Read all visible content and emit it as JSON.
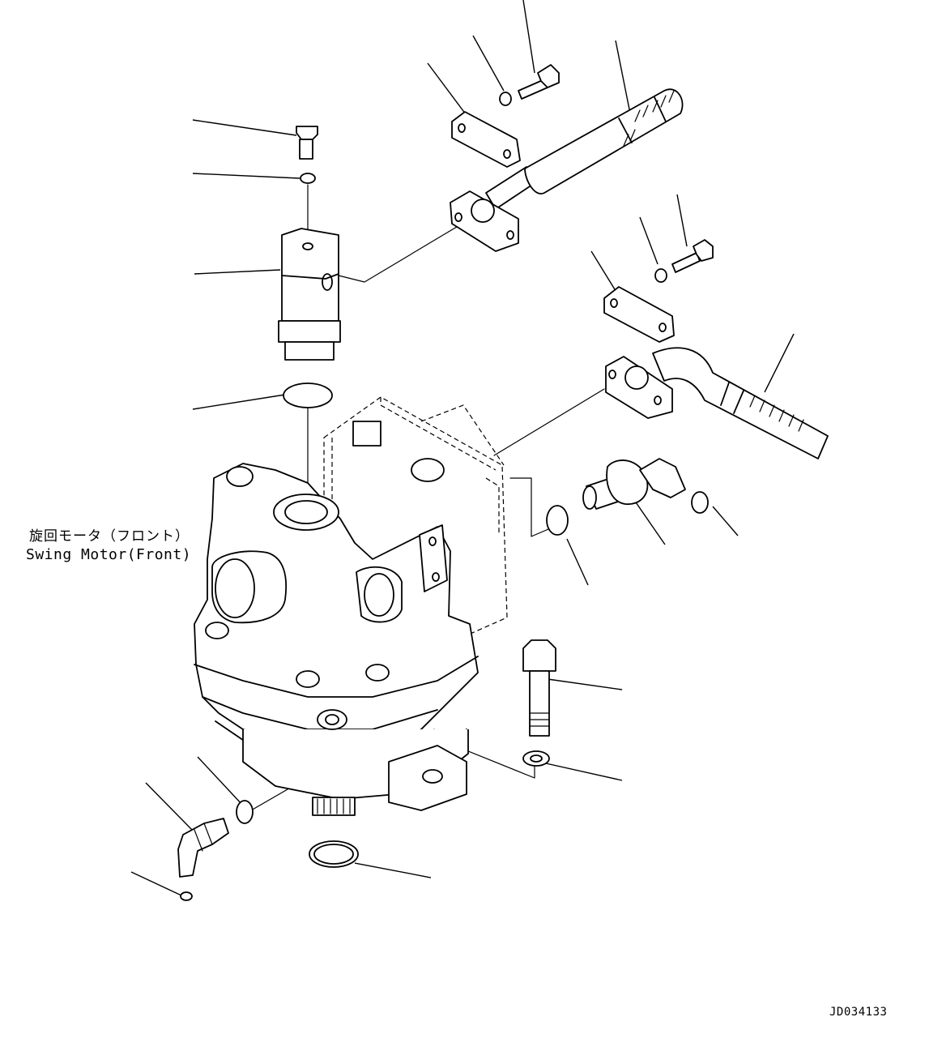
{
  "diagram": {
    "motor_label_jp": "旋回モータ（フロント）",
    "motor_label_en": "Swing Motor(Front)",
    "figure_id": "JD034133"
  },
  "icons": [
    "hydraulic-hose-icon",
    "split-flange-icon",
    "bolt-icon",
    "washer-icon",
    "o-ring-icon",
    "elbow-fitting-icon",
    "swing-motor-icon",
    "plug-icon",
    "block-fitting-icon"
  ]
}
